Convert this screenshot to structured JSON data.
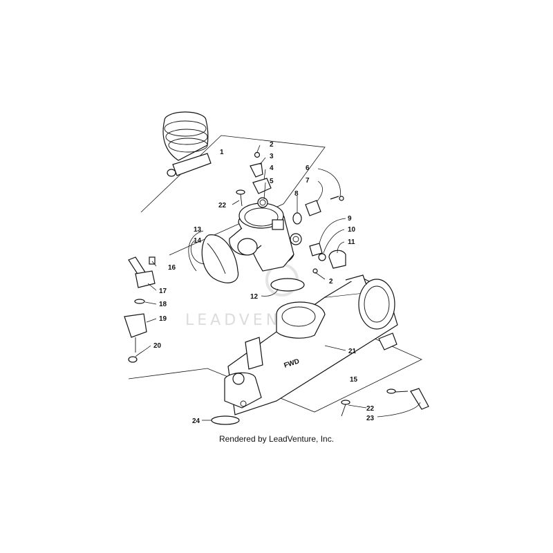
{
  "watermark": "LEADVENTURE",
  "caption": "Rendered by LeadVenture, Inc.",
  "labels": [
    "1",
    "2",
    "3",
    "4",
    "5",
    "6",
    "7",
    "8",
    "22",
    "9",
    "10",
    "11",
    "13",
    "14",
    "16",
    "2",
    "12",
    "17",
    "18",
    "19",
    "20",
    "21",
    "15",
    "22",
    "23",
    "24"
  ],
  "stamp_text": "FWD"
}
